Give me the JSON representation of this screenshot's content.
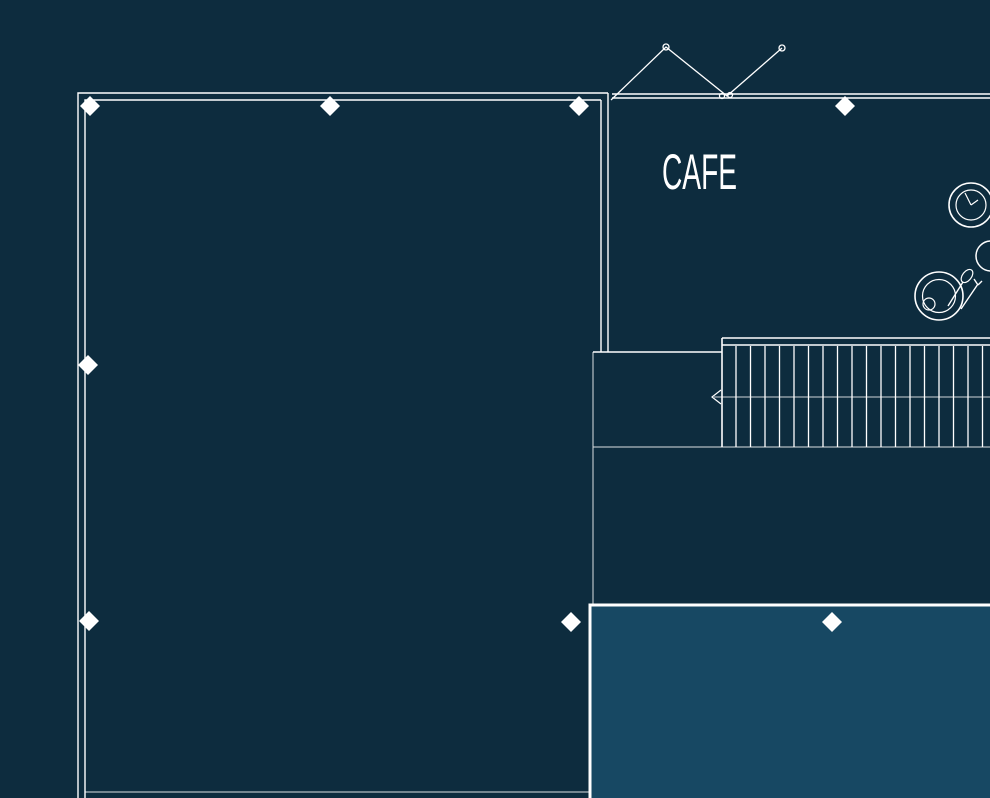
{
  "colors": {
    "background": "#0d2c3e",
    "line": "#ffffff",
    "room_fill": "#174863"
  },
  "rooms": {
    "cafe": {
      "label": "CAFE"
    }
  },
  "icons": {
    "column_marker": "column-marker-diamond",
    "stairs": "stairs",
    "stair_arrow": "stair-direction-arrow",
    "folding_door": "folding-partition-door",
    "tableware": [
      "plate-clock-icon",
      "small-plate-icon",
      "plate-cutlery-icon"
    ]
  }
}
